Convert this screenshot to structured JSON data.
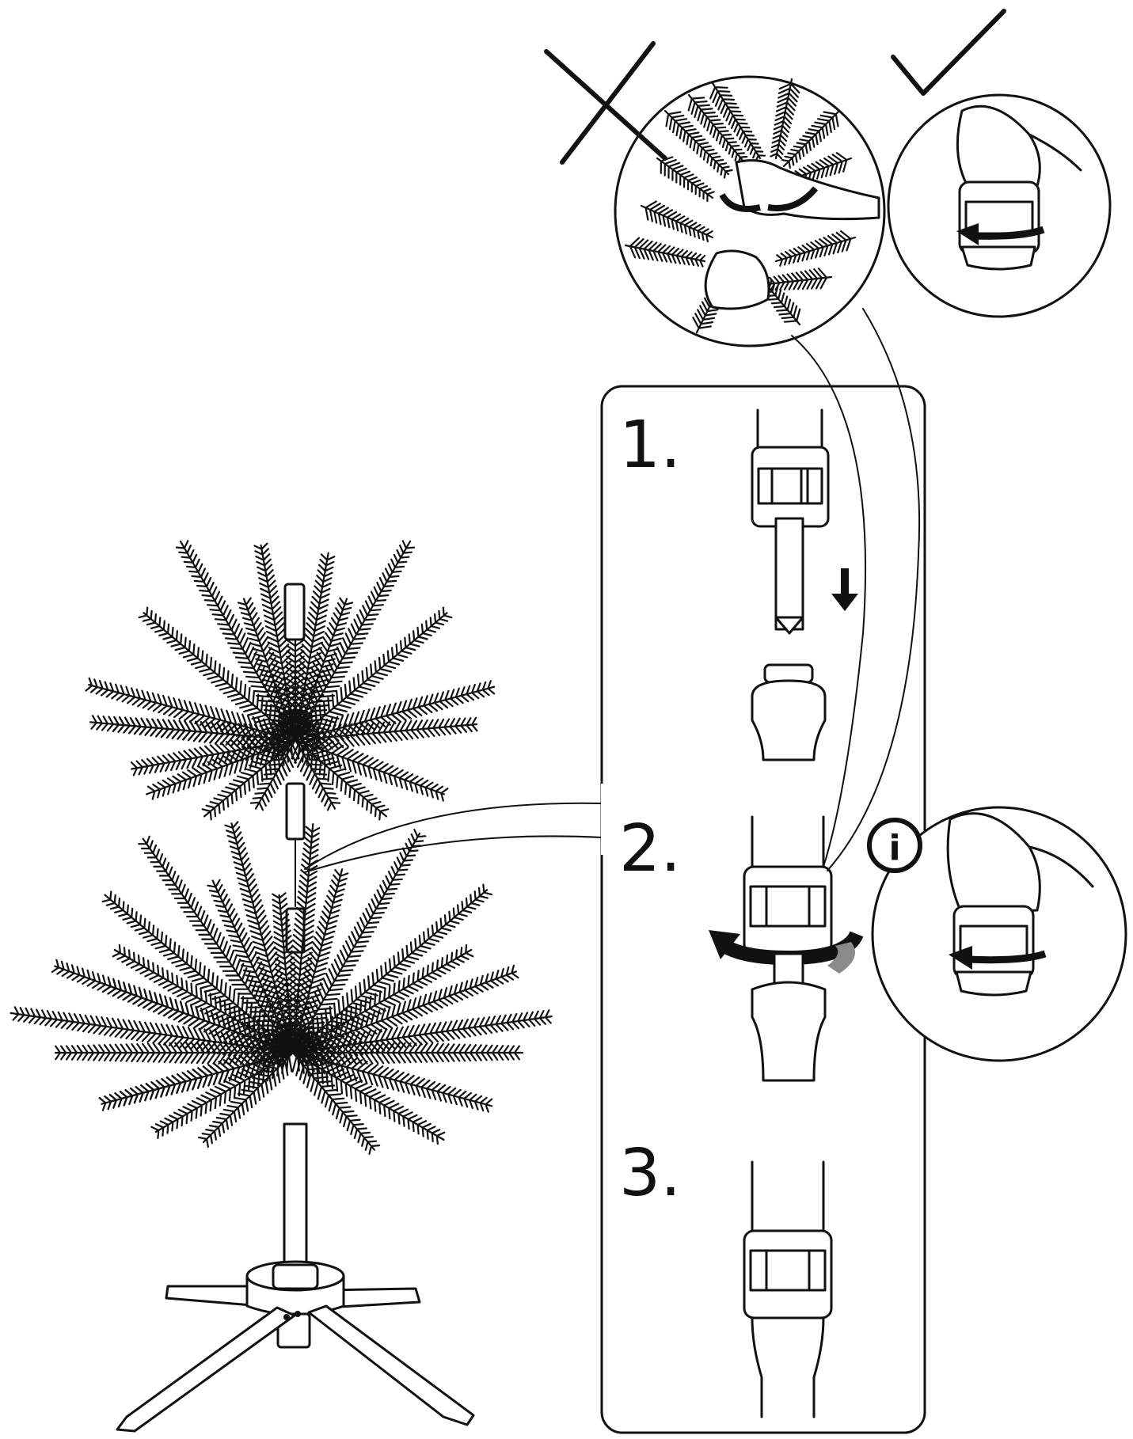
{
  "steps": [
    {
      "label": "1."
    },
    {
      "label": "2."
    },
    {
      "label": "3."
    }
  ],
  "symbols": {
    "wrong": "cross-mark-icon",
    "right": "check-mark-icon",
    "info_glyph": "i"
  },
  "colors": {
    "line": "#111111",
    "background": "#ffffff",
    "shadow": "#8a8a8a"
  }
}
